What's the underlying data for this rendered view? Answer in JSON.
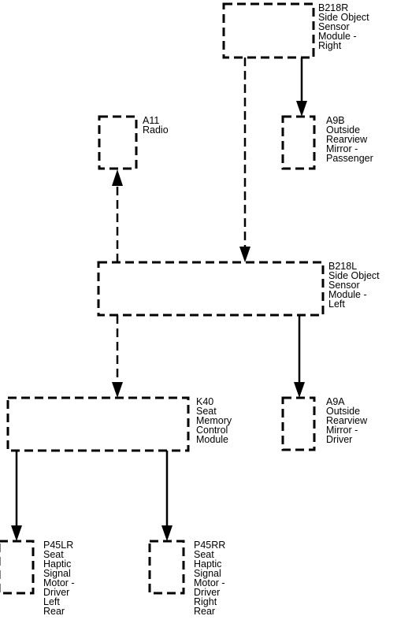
{
  "modules": {
    "b218r": {
      "lines": [
        "B218R",
        "Side Object",
        "Sensor",
        "Module -",
        "Right"
      ]
    },
    "a9b": {
      "lines": [
        "A9B",
        "Outside",
        "Rearview",
        "Mirror -",
        "Passenger"
      ]
    },
    "a11": {
      "lines": [
        "A11",
        "Radio"
      ]
    },
    "b218l": {
      "lines": [
        "B218L",
        "Side Object",
        "Sensor",
        "Module -",
        "Left"
      ]
    },
    "k40": {
      "lines": [
        "K40",
        "Seat",
        "Memory",
        "Control",
        "Module"
      ]
    },
    "a9a": {
      "lines": [
        "A9A",
        "Outside",
        "Rearview",
        "Mirror -",
        "Driver"
      ]
    },
    "p45lr": {
      "lines": [
        "P45LR",
        "Seat",
        "Haptic",
        "Signal",
        "Motor -",
        "Driver",
        "Left",
        "Rear"
      ]
    },
    "p45rr": {
      "lines": [
        "P45RR",
        "Seat",
        "Haptic",
        "Signal",
        "Motor -",
        "Driver",
        "Right",
        "Rear"
      ]
    }
  }
}
